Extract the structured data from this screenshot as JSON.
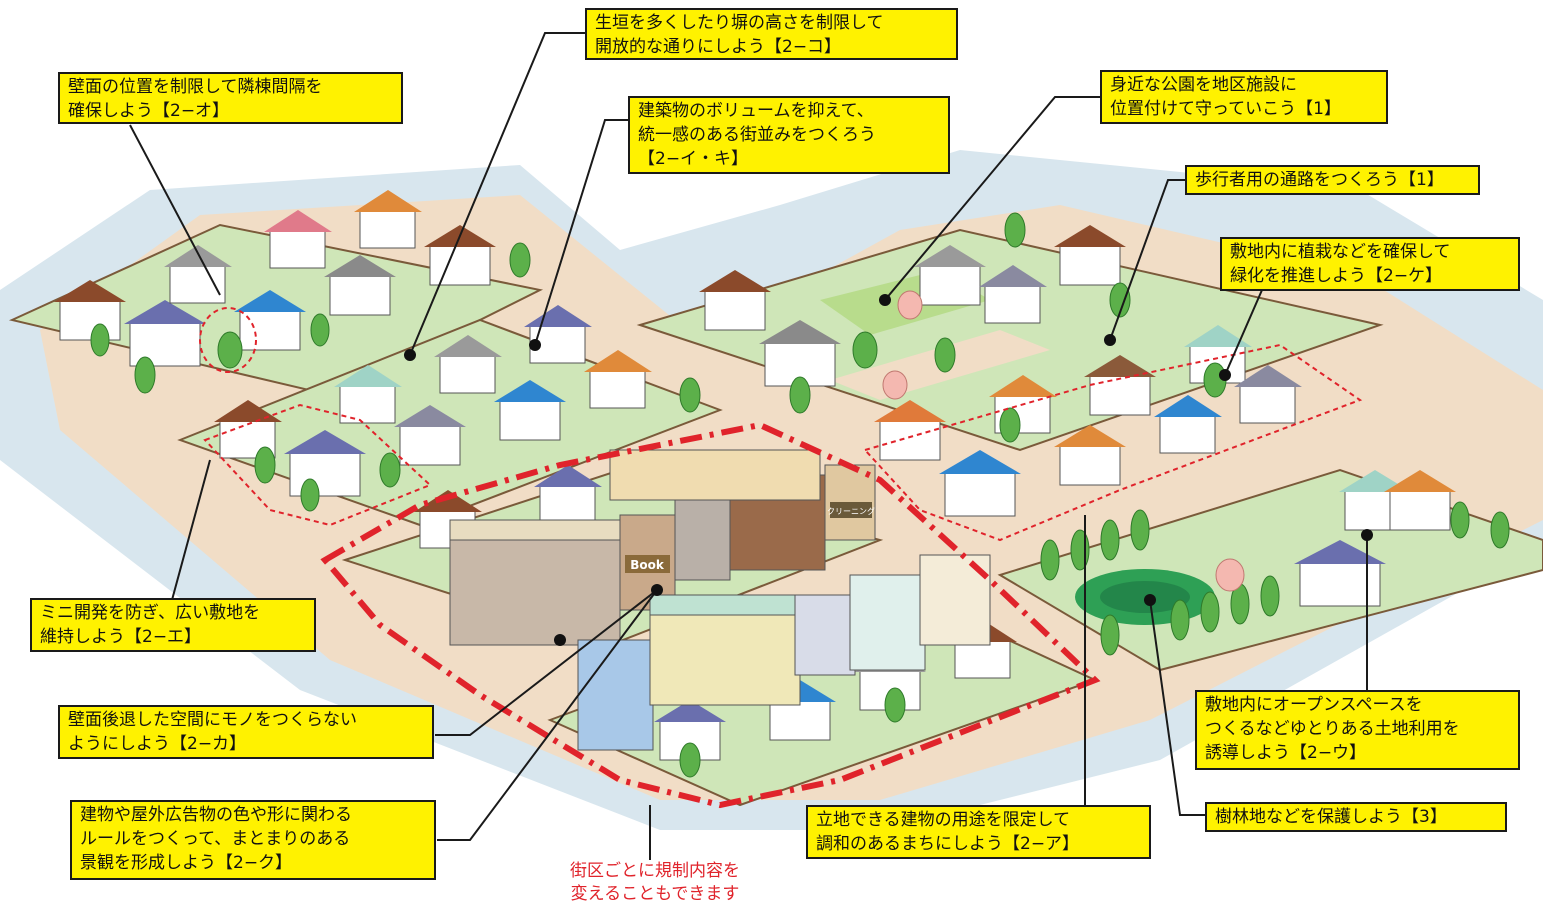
{
  "colors": {
    "river": "#d8e6ee",
    "road": "#f1ddc6",
    "lot": "#d6ecc0",
    "callout_bg": "#fff200",
    "district_boundary": "#e0232b",
    "note_text": "#e0232b"
  },
  "callouts": [
    {
      "id": "hedge",
      "lines": [
        "生垣を多くしたり塀の高さを制限して",
        "開放的な通りにしよう【2−コ】"
      ]
    },
    {
      "id": "wall-position",
      "lines": [
        "壁面の位置を制限して隣棟間隔を",
        "確保しよう【2−オ】"
      ]
    },
    {
      "id": "volume",
      "lines": [
        "建築物のボリュームを抑えて、",
        "統一感のある街並みをつくろう",
        "【2−イ・キ】"
      ]
    },
    {
      "id": "park",
      "lines": [
        "身近な公園を地区施設に",
        "位置付けて守っていこう【1】"
      ]
    },
    {
      "id": "path",
      "lines": [
        "歩行者用の通路をつくろう【1】"
      ]
    },
    {
      "id": "greening",
      "lines": [
        "敷地内に植栽などを確保して",
        "緑化を推進しよう【2−ケ】"
      ]
    },
    {
      "id": "mini-dev",
      "lines": [
        "ミニ開発を防ぎ、広い敷地を",
        "維持しよう【2−エ】"
      ]
    },
    {
      "id": "setback",
      "lines": [
        "壁面後退した空間にモノをつくらない",
        "ようにしよう【2−カ】"
      ]
    },
    {
      "id": "signage",
      "lines": [
        "建物や屋外広告物の色や形に関わる",
        "ルールをつくって、まとまりのある",
        "景観を形成しよう【2−ク】"
      ]
    },
    {
      "id": "land-use",
      "lines": [
        "立地できる建物の用途を限定して",
        "調和のあるまちにしよう【2−ア】"
      ]
    },
    {
      "id": "open-space",
      "lines": [
        "敷地内にオープンスペースを",
        "つくるなどゆとりある土地利用を",
        "誘導しよう【2−ウ】"
      ]
    },
    {
      "id": "forest",
      "lines": [
        "樹林地などを保護しよう【3】"
      ]
    }
  ],
  "note": {
    "lines": [
      "街区ごとに規制内容を",
      "変えることもできます"
    ]
  },
  "signs": {
    "book": "Book",
    "cleaning": "クリーニング"
  }
}
